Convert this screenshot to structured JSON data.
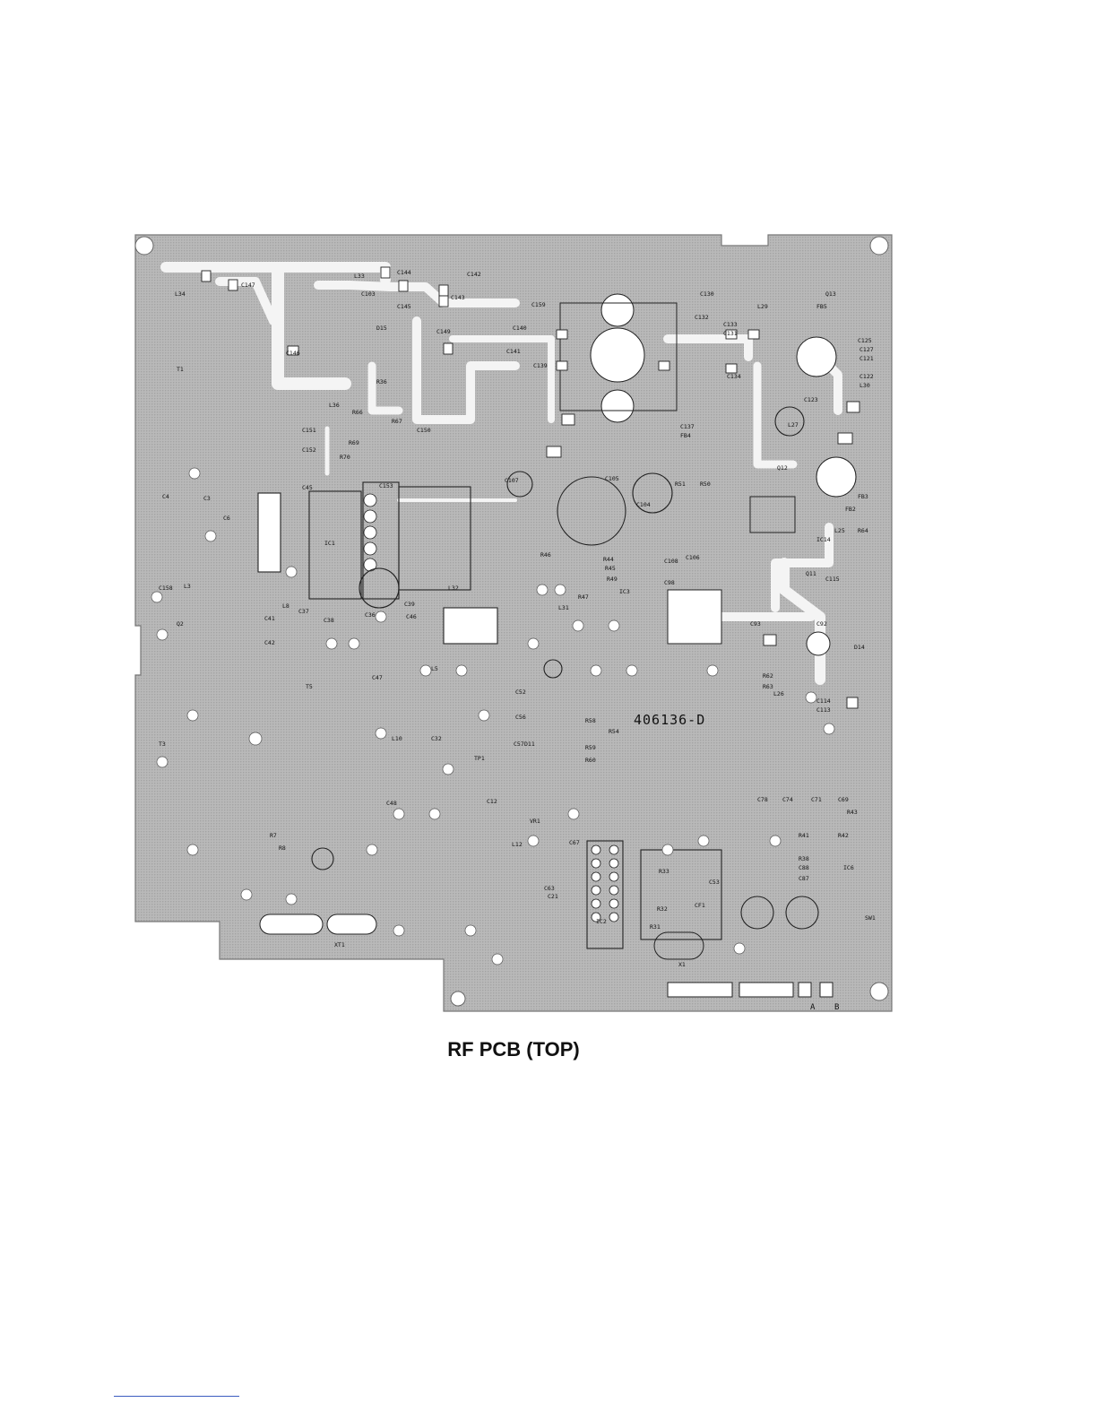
{
  "caption": "RF PCB (TOP)",
  "board_id": "406136-D",
  "connector_labels": [
    "A",
    "B"
  ],
  "component_refs": [
    "L33",
    "C144",
    "C142",
    "C147",
    "L34",
    "C103",
    "C143",
    "C145",
    "D15",
    "C149",
    "C159",
    "C140",
    "C141",
    "C139",
    "C146",
    "R36",
    "L36",
    "R66",
    "R67",
    "C151",
    "C152",
    "R69",
    "R70",
    "C150",
    "C153",
    "C45",
    "IC1",
    "C6",
    "C4",
    "C3",
    "C158",
    "L3",
    "Q2",
    "C41",
    "C42",
    "C37",
    "C38",
    "L8",
    "C36",
    "C39",
    "C46",
    "R44",
    "R45",
    "R49",
    "C105",
    "C104",
    "R51",
    "R50",
    "C106",
    "C98",
    "C108",
    "R46",
    "C107",
    "IC3",
    "L32",
    "R47",
    "L31",
    "C130",
    "L29",
    "Q13",
    "FB5",
    "C132",
    "C133",
    "C131",
    "C134",
    "C137",
    "FB4",
    "C125",
    "C127",
    "C121",
    "C122",
    "L30",
    "C123",
    "L27",
    "Q12",
    "FB3",
    "FB2",
    "L25",
    "R64",
    "IC14",
    "C115",
    "Q11",
    "C92",
    "C93",
    "L26",
    "C114",
    "C113",
    "R62",
    "R63",
    "D14",
    "L5",
    "T5",
    "C47",
    "C48",
    "L10",
    "C32",
    "T3",
    "T1",
    "C52",
    "C56",
    "C57",
    "D11",
    "R58",
    "R59",
    "R60",
    "R54",
    "TP1",
    "C12",
    "VR1",
    "C63",
    "C67",
    "IC2",
    "C21",
    "L12",
    "R33",
    "R31",
    "R32",
    "C53",
    "CF1",
    "X1",
    "R41",
    "R42",
    "R43",
    "R38",
    "C88",
    "C87",
    "IC6",
    "SW1",
    "XT1",
    "R7",
    "R8",
    "C78",
    "C74",
    "C71",
    "C69"
  ]
}
